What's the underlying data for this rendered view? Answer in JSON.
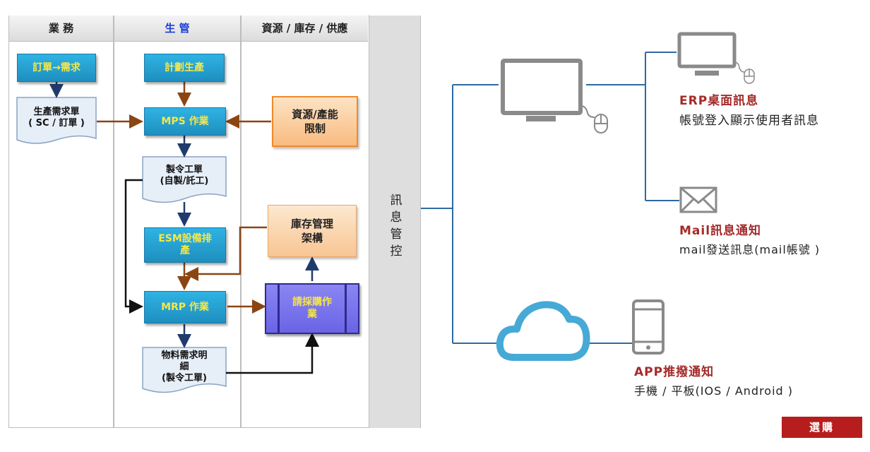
{
  "lanes": {
    "business": "業 務",
    "production": "生 管",
    "resources": "資源 / 庫存 / 供應"
  },
  "control_column": "訊息管控",
  "flow": {
    "order_to_demand": "訂單→需求",
    "production_demand_doc": [
      "生產需求單",
      "( SC / 訂單 )"
    ],
    "plan_production": "計劃生產",
    "mps": "MPS 作業",
    "resource_limit": [
      "資源/產能",
      "限制"
    ],
    "work_order_doc": [
      "製令工單",
      "(自製/託工)"
    ],
    "esm": [
      "ESM設備排",
      "產"
    ],
    "inventory_arch": [
      "庫存管理",
      "架構"
    ],
    "mrp": "MRP 作業",
    "purchase": [
      "請採購作",
      "業"
    ],
    "material_demand_doc": [
      "物料需求明",
      "細",
      "(製令工單)"
    ]
  },
  "channels": {
    "erp": {
      "title": "ERP桌面訊息",
      "desc": "帳號登入顯示使用者訊息"
    },
    "mail": {
      "title": "Mail訊息通知",
      "desc": "mail發送訊息(mail帳號 )"
    },
    "app": {
      "title": "APP推撥通知",
      "desc": "手機 / 平板(IOS / Android )"
    }
  },
  "buy_button": "選購",
  "icons": [
    "desktop-monitor-icon",
    "mouse-icon",
    "small-monitor-icon",
    "small-mouse-icon",
    "envelope-icon",
    "cloud-icon",
    "smartphone-icon"
  ],
  "colors": {
    "teal_box": "#1e8fbf",
    "teal_text": "#f6e64a",
    "orange_border": "#f08a2a",
    "purple_box": "#6a64e6",
    "arrow_brown": "#8b4513",
    "arrow_navy": "#1f3b6e",
    "network_line": "#2e6aa1",
    "icon_gray": "#8a8a8a",
    "cloud_blue": "#46a9d6",
    "label_red": "#a52a2a",
    "button_red": "#b81d1d"
  }
}
